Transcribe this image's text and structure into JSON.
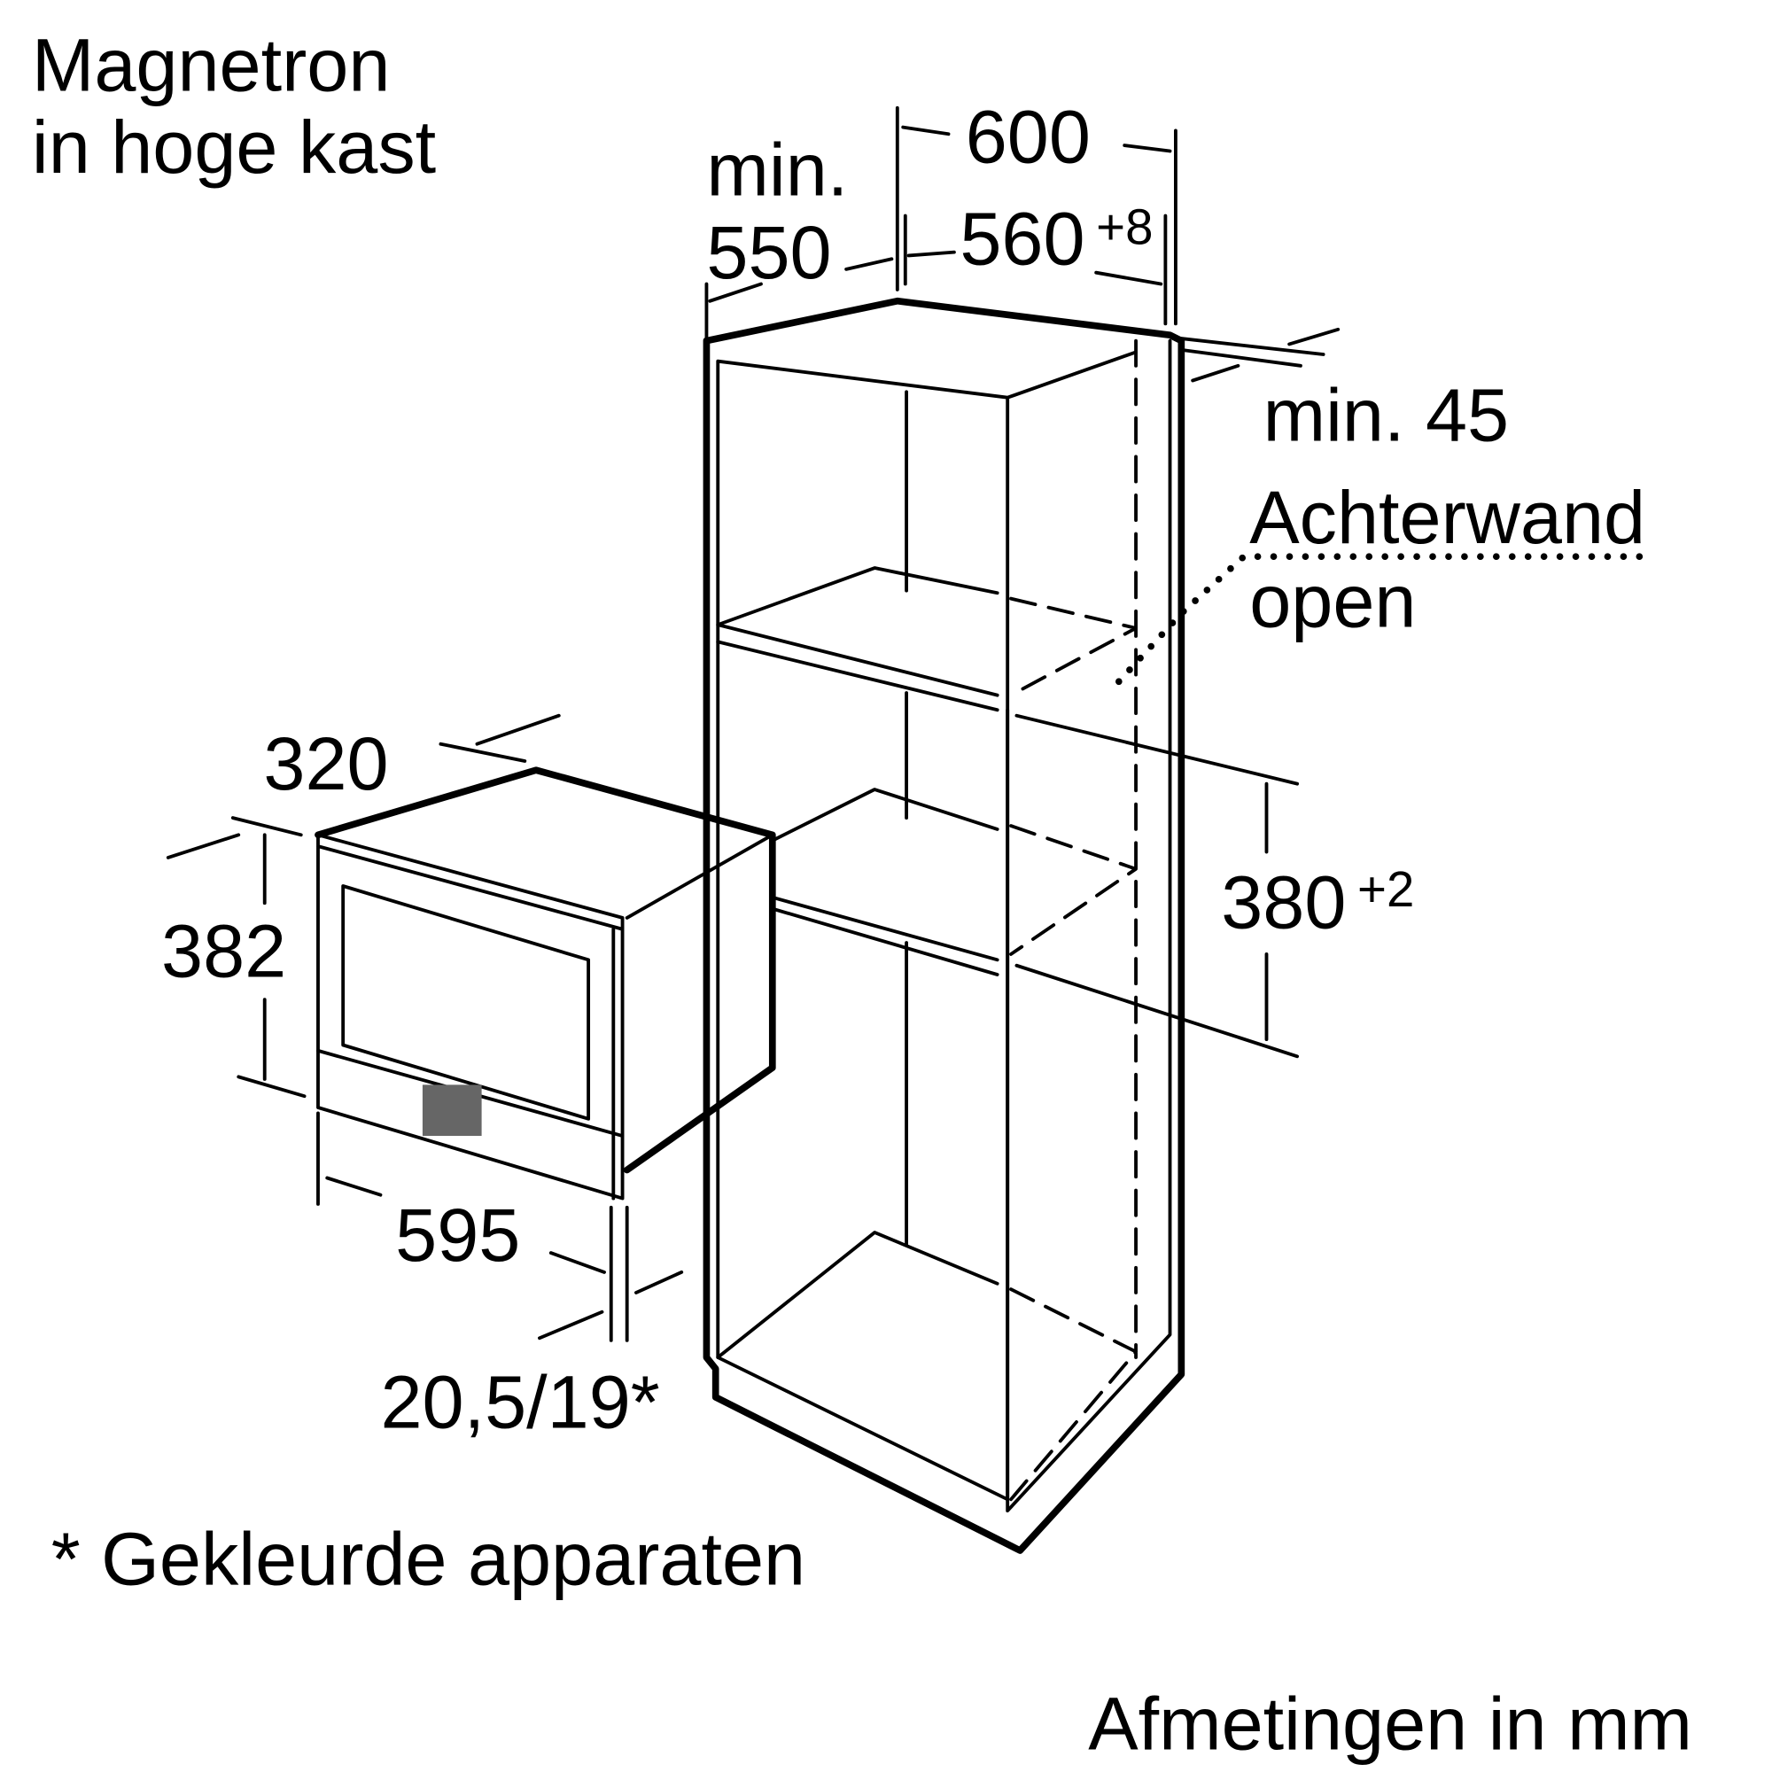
{
  "title": {
    "line1": "Magnetron",
    "line2": "in hoge kast"
  },
  "dimensions": {
    "cabinet_width": "600",
    "min_depth_label": "min.",
    "min_depth_value": "550",
    "niche_width": "560",
    "niche_width_tol": "+8",
    "rear_gap": "min. 45",
    "niche_height": "380",
    "niche_height_tol": "+2",
    "appliance_depth": "320",
    "appliance_height": "382",
    "appliance_width": "595",
    "front_panel": "20,5/19*"
  },
  "rear_wall": {
    "line1": "Achterwand",
    "line2": "open"
  },
  "footnote": "* Gekleurde apparaten",
  "units_note": "Afmetingen in mm"
}
